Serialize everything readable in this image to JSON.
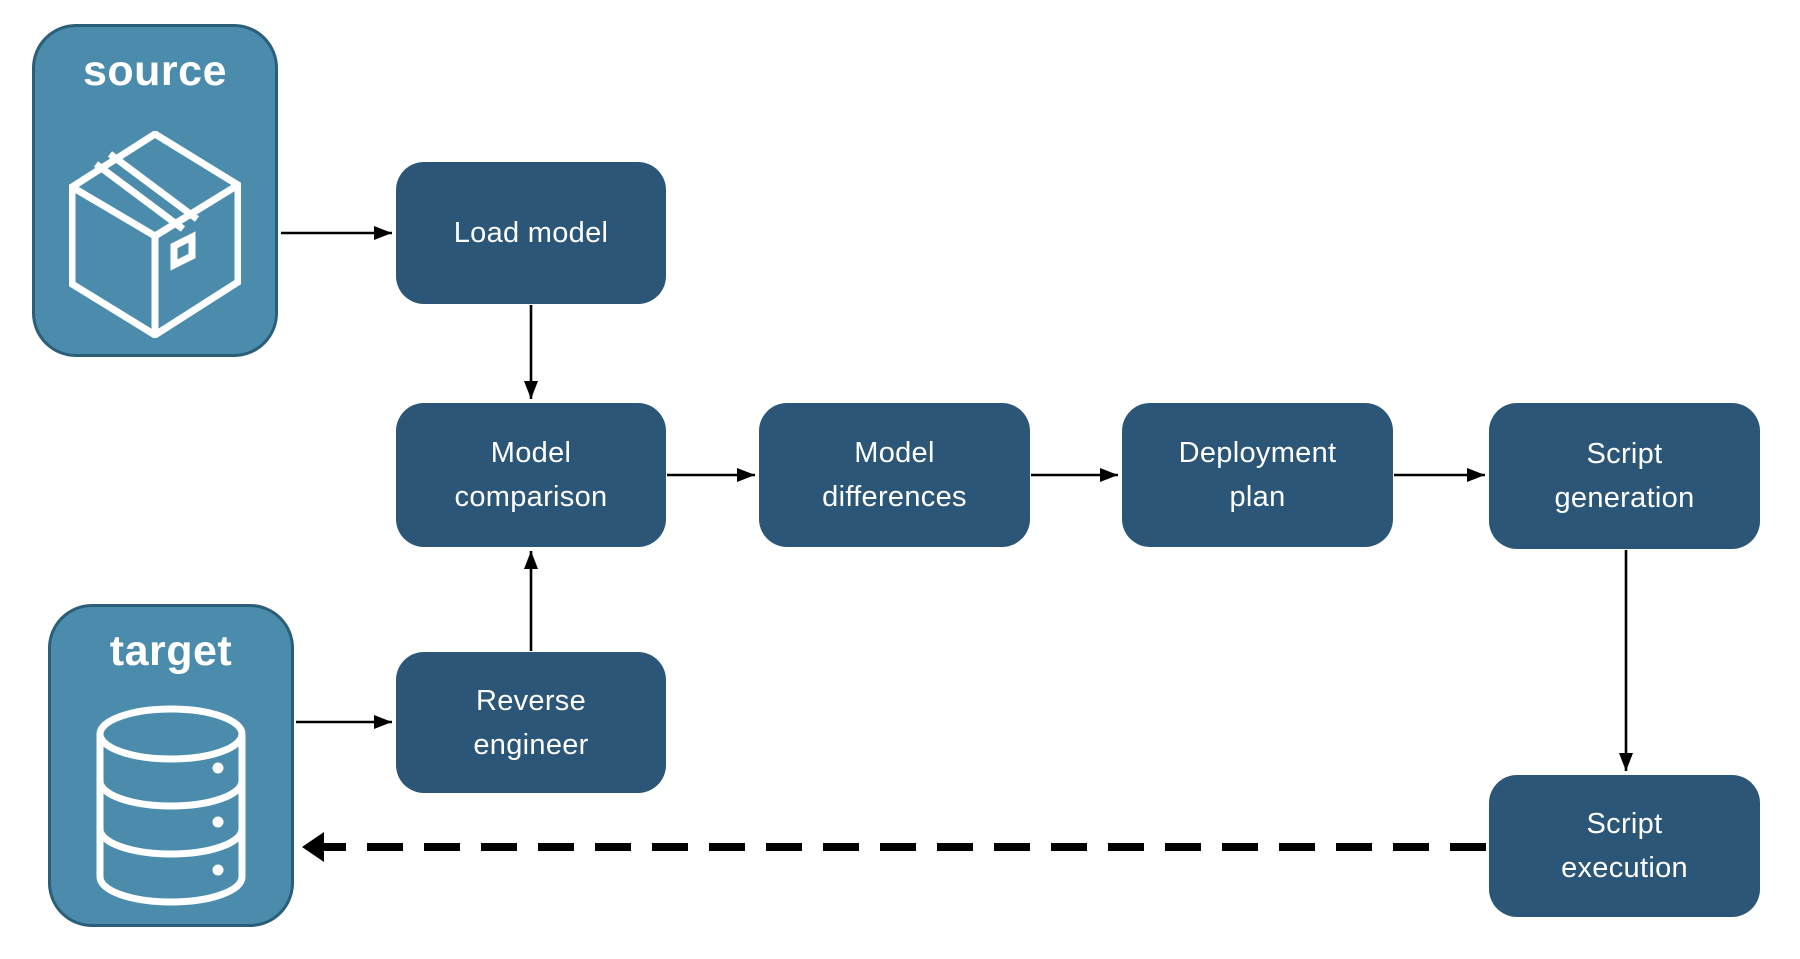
{
  "diagram": {
    "entities": {
      "source": {
        "label": "source",
        "icon": "package-icon"
      },
      "target": {
        "label": "target",
        "icon": "database-icon"
      }
    },
    "processes": {
      "load_model": {
        "label": "Load model"
      },
      "model_comparison": {
        "label": "Model\ncomparison"
      },
      "model_differences": {
        "label": "Model\ndifferences"
      },
      "deployment_plan": {
        "label": "Deployment\nplan"
      },
      "script_generation": {
        "label": "Script\ngeneration"
      },
      "reverse_engineer": {
        "label": "Reverse\nengineer"
      },
      "script_execution": {
        "label": "Script\nexecution"
      }
    },
    "edges": [
      {
        "from": "source",
        "to": "load_model",
        "style": "solid"
      },
      {
        "from": "load_model",
        "to": "model_comparison",
        "style": "solid"
      },
      {
        "from": "model_comparison",
        "to": "model_differences",
        "style": "solid"
      },
      {
        "from": "model_differences",
        "to": "deployment_plan",
        "style": "solid"
      },
      {
        "from": "deployment_plan",
        "to": "script_generation",
        "style": "solid"
      },
      {
        "from": "script_generation",
        "to": "script_execution",
        "style": "solid"
      },
      {
        "from": "target",
        "to": "reverse_engineer",
        "style": "solid"
      },
      {
        "from": "reverse_engineer",
        "to": "model_comparison",
        "style": "solid"
      },
      {
        "from": "script_execution",
        "to": "target",
        "style": "dashed"
      }
    ],
    "colors": {
      "process-fill": "#2B5677",
      "process-text": "#FFFFFF",
      "entity-fill": "#4B8BAC",
      "entity-border": "#2B5E78",
      "entity-text": "#FFFFFF",
      "arrow": "#000000",
      "background": "#FFFFFF"
    }
  }
}
